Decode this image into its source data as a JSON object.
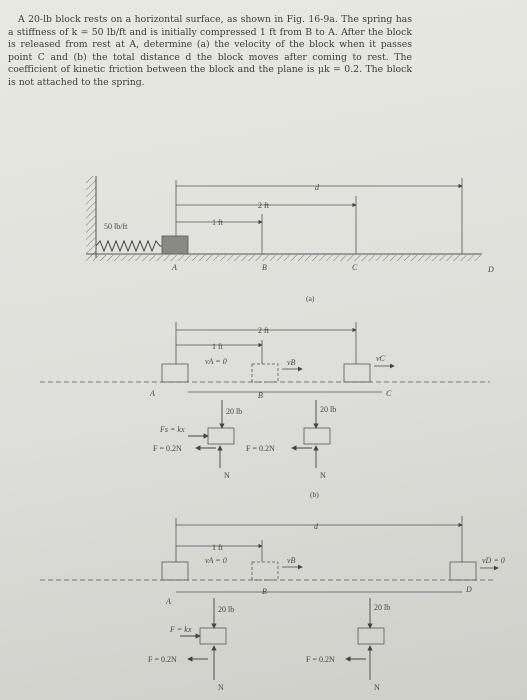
{
  "problem": {
    "text": "A 20-lb block rests on a horizontal surface, as shown in Fig. 16-9a. The spring has a stiffness of k = 50 lb/ft and is initially compressed 1 ft from B to A. After the block is released from rest at A, determine (a) the velocity of the block when it passes point C and (b) the total distance d the block moves after coming to rest. The coefficient of kinetic friction between the block and the plane is μk = 0.2. The block is not attached to the spring."
  },
  "figure_a": {
    "spring_label": "50 lb/ft",
    "dim_1ft": "1 ft",
    "dim_2ft": "2 ft",
    "dim_d": "d",
    "point_a": "A",
    "point_b": "B",
    "point_c": "C",
    "point_d": "D",
    "caption": "(a)"
  },
  "figure_b": {
    "dim_1ft": "1 ft",
    "dim_2ft": "2 ft",
    "va_label": "vA = 0",
    "vb_label": "vB",
    "vc_label": "vC",
    "point_a": "A",
    "point_b": "B",
    "point_c": "C",
    "weight_1": "20 lb",
    "weight_2": "20 lb",
    "spring_force": "Fs = kx",
    "friction_1": "F = 0.2N",
    "friction_2": "F = 0.2N",
    "normal_1": "N",
    "normal_2": "N",
    "caption": "(b)"
  },
  "figure_c": {
    "dim_d": "d",
    "dim_1ft": "1 ft",
    "va_label": "vA = 0",
    "vb_label": "vB",
    "vd_label": "vD = 0",
    "point_a": "A",
    "point_b": "B",
    "point_d": "D",
    "weight_1": "20 lb",
    "weight_2": "20 lb",
    "spring_force": "F = kx",
    "friction_1": "F = 0.2N",
    "friction_2": "F = 0.2N",
    "normal_1": "N",
    "normal_2": "N"
  }
}
